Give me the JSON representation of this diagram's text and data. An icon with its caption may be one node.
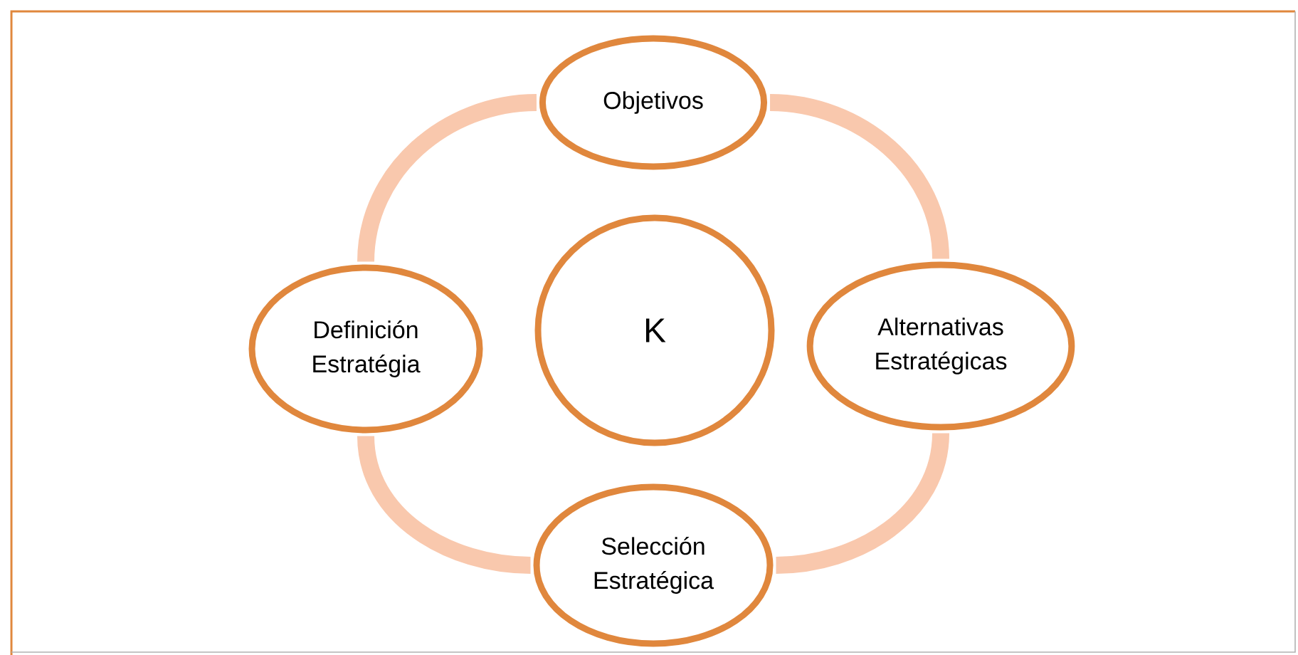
{
  "diagram": {
    "nodes": [
      {
        "text": [
          "Objetivos"
        ]
      },
      {
        "text": [
          "Definición Estratégia"
        ]
      },
      {
        "text": [
          "K"
        ]
      },
      {
        "text": [
          "Alternativas Estratégicas"
        ]
      },
      {
        "text": [
          "Selección Estratégica"
        ]
      }
    ],
    "edges": [
      {
        "from": 0,
        "to": 3,
        "arrow": "none"
      },
      {
        "from": 3,
        "to": 4,
        "arrow": "none"
      },
      {
        "from": 4,
        "to": 1,
        "arrow": "none"
      },
      {
        "from": 1,
        "to": 0,
        "arrow": "none"
      }
    ]
  }
}
